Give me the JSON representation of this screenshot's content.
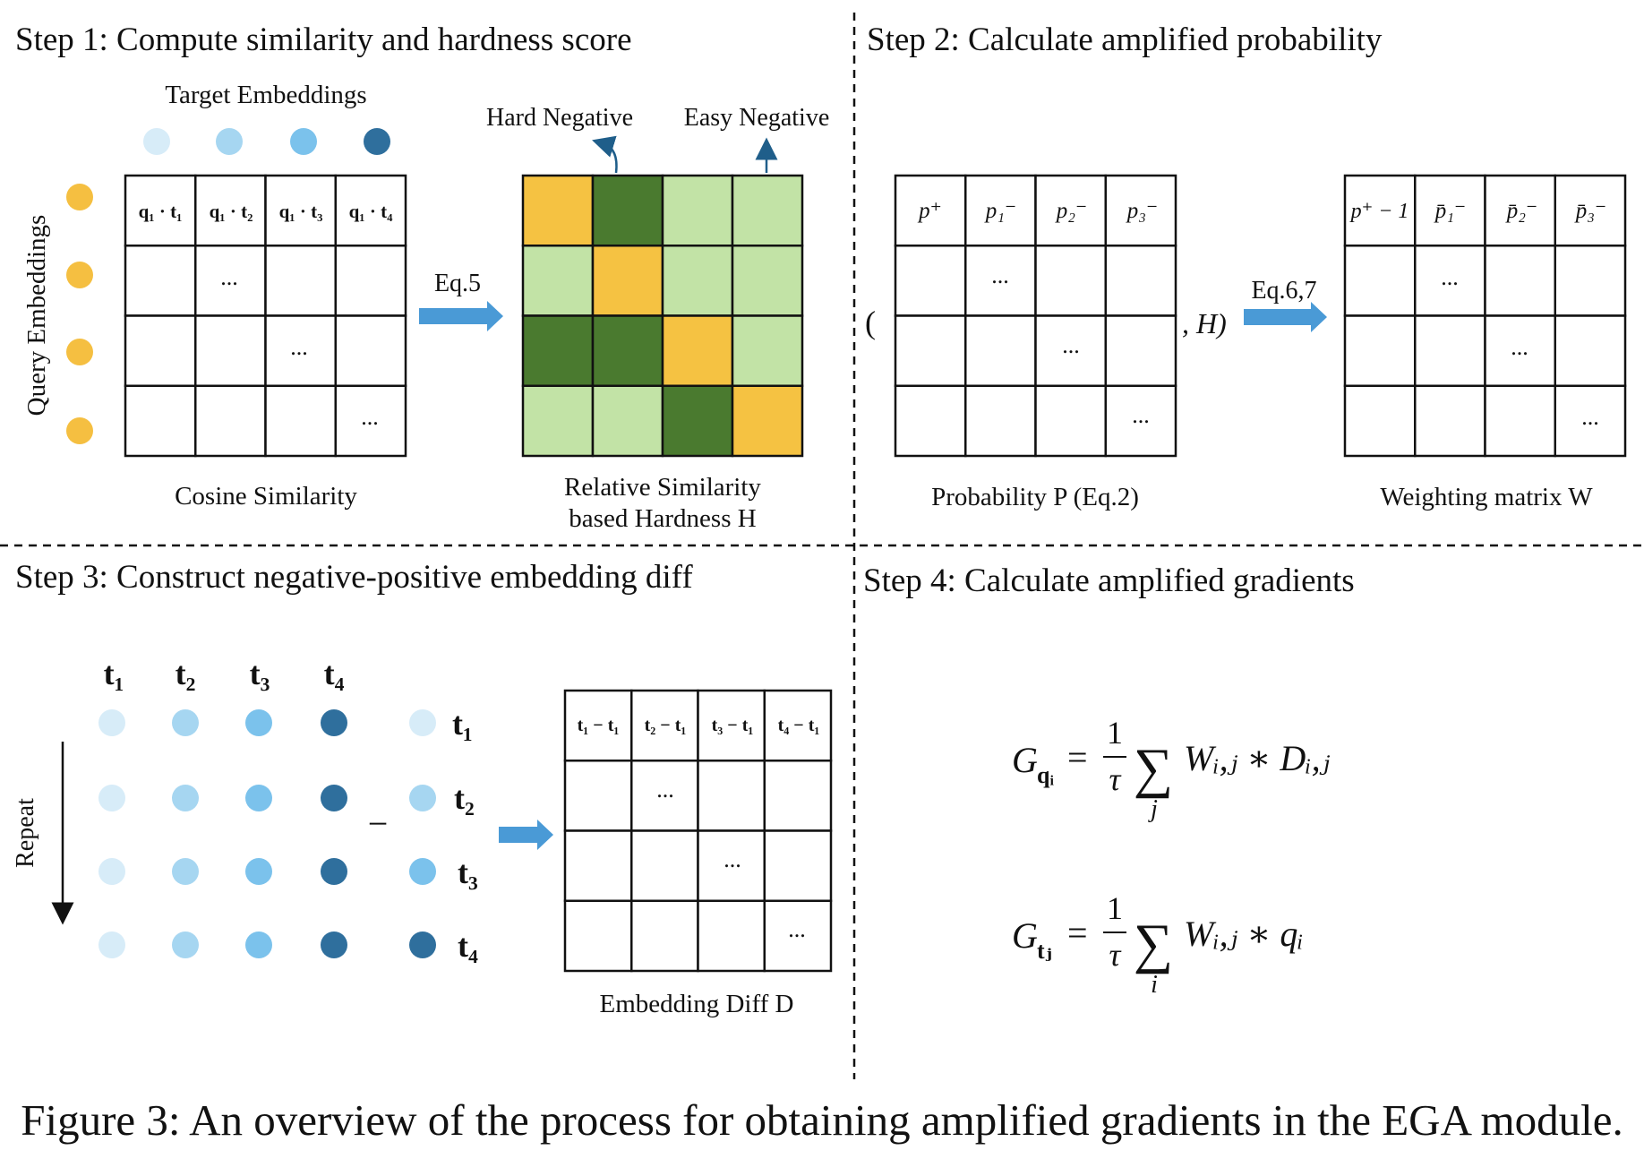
{
  "steps": {
    "step1": "Step 1: Compute similarity and hardness score",
    "step2": "Step 2: Calculate amplified probability",
    "step3": "Step 3: Construct negative-positive embedding diff",
    "step4": "Step 4: Calculate amplified gradients"
  },
  "step1": {
    "target_label": "Target Embeddings",
    "query_label": "Query Embeddings",
    "cosine_header": [
      "q₁ · t₁",
      "q₁ · t₂",
      "q₁ · t₃",
      "q₁ · t₄"
    ],
    "ellipsis": "...",
    "cosine_label": "Cosine Similarity",
    "arrow_label": "Eq.5",
    "hard_label": "Hard Negative",
    "easy_label": "Easy Negative",
    "hardness_label_1": "Relative Similarity",
    "hardness_label_2": "based Hardness H",
    "hardness_grid": [
      [
        "pos",
        "hard",
        "easy",
        "easy"
      ],
      [
        "easy",
        "pos",
        "easy",
        "easy"
      ],
      [
        "hard",
        "hard",
        "pos",
        "easy"
      ],
      [
        "easy",
        "easy",
        "hard",
        "pos"
      ]
    ]
  },
  "step2": {
    "open_paren": "(",
    "close_part": ", H)",
    "prob_header": [
      "p⁺",
      "p₁⁻",
      "p₂⁻",
      "p₃⁻"
    ],
    "prob_label": "Probability P (Eq.2)",
    "arrow_label": "Eq.6,7",
    "weight_header": [
      "p⁺ − 1",
      "p̄₁⁻",
      "p̄₂⁻",
      "p̄₃⁻"
    ],
    "weight_label": "Weighting matrix W"
  },
  "step3": {
    "col_labels": [
      "t₁",
      "t₂",
      "t₃",
      "t₄"
    ],
    "row_labels": [
      "t₁",
      "t₂",
      "t₃",
      "t₄"
    ],
    "repeat_label": "Repeat",
    "minus": "−",
    "diff_header": [
      "t₁ − t₁",
      "t₂ − t₁",
      "t₃ − t₁",
      "t₄ − t₁"
    ],
    "diff_label": "Embedding Diff D"
  },
  "step4": {
    "eq1": {
      "lhs": "G",
      "lhs_sub": "qᵢ",
      "num": "1",
      "den": "τ",
      "sum_idx": "j",
      "rhs": "Wᵢ,ⱼ ∗ Dᵢ,ⱼ"
    },
    "eq2": {
      "lhs": "G",
      "lhs_sub": "tⱼ",
      "num": "1",
      "den": "τ",
      "sum_idx": "i",
      "rhs": "Wᵢ,ⱼ ∗ qᵢ"
    },
    "equals": "=",
    "sigma": "∑"
  },
  "colors": {
    "query_dot": "#f5bf41",
    "target_dots": [
      "#d7ecf8",
      "#a6d6f1",
      "#7bc2ec",
      "#2f6f9d"
    ],
    "hardness_pos": "#f5c242",
    "hardness_hard": "#4a7a2f",
    "hardness_easy": "#c2e3a6",
    "arrow": "#4a9ad6",
    "annotation_arrow": "#1f5e8a"
  },
  "caption": "Figure 3: An overview of the process for obtaining amplified gradients in the EGA module."
}
